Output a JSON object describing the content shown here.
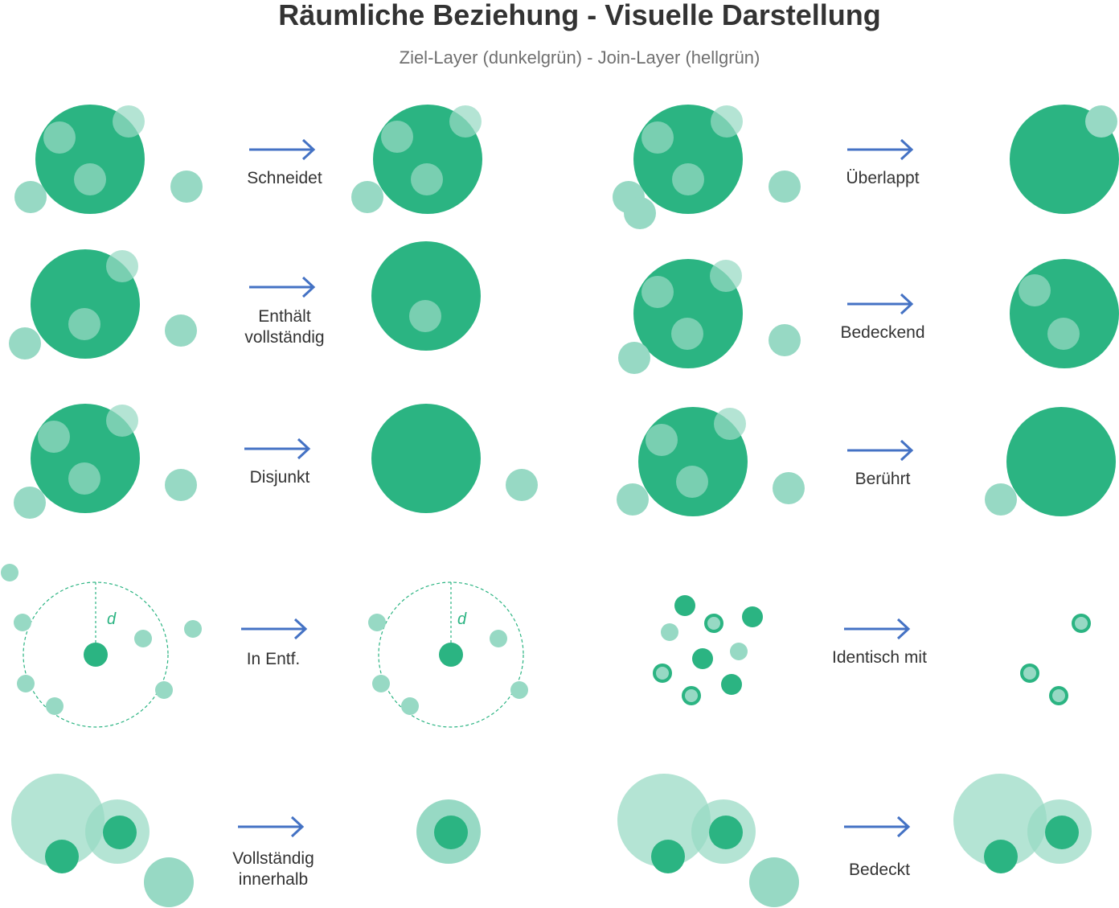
{
  "title": "Räumliche Beziehung - Visuelle Darstellung",
  "subtitle": "Ziel-Layer (dunkelgrün) - Join-Layer (hellgrün)",
  "colors": {
    "target": "#2bb482",
    "join": "#97d9c4",
    "arrow": "#4472c4",
    "distance_ring": "#2bb482"
  },
  "distance_label": "d",
  "relations": [
    {
      "id": "schneidet",
      "lines": [
        "Schneidet"
      ]
    },
    {
      "id": "ueberlappt",
      "lines": [
        "Überlappt"
      ]
    },
    {
      "id": "enthaelt-vollstaendig",
      "lines": [
        "Enthält",
        "vollständig"
      ]
    },
    {
      "id": "bedeckend",
      "lines": [
        "Bedeckend"
      ]
    },
    {
      "id": "disjunkt",
      "lines": [
        "Disjunkt"
      ]
    },
    {
      "id": "beruehrt",
      "lines": [
        "Berührt"
      ]
    },
    {
      "id": "in-entf",
      "lines": [
        "In Entf."
      ]
    },
    {
      "id": "identisch-mit",
      "lines": [
        "Identisch mit"
      ]
    },
    {
      "id": "vollstaendig-innerhalb",
      "lines": [
        "Vollständig",
        "innerhalb"
      ]
    },
    {
      "id": "bedeckt",
      "lines": [
        "Bedeckt"
      ]
    }
  ]
}
